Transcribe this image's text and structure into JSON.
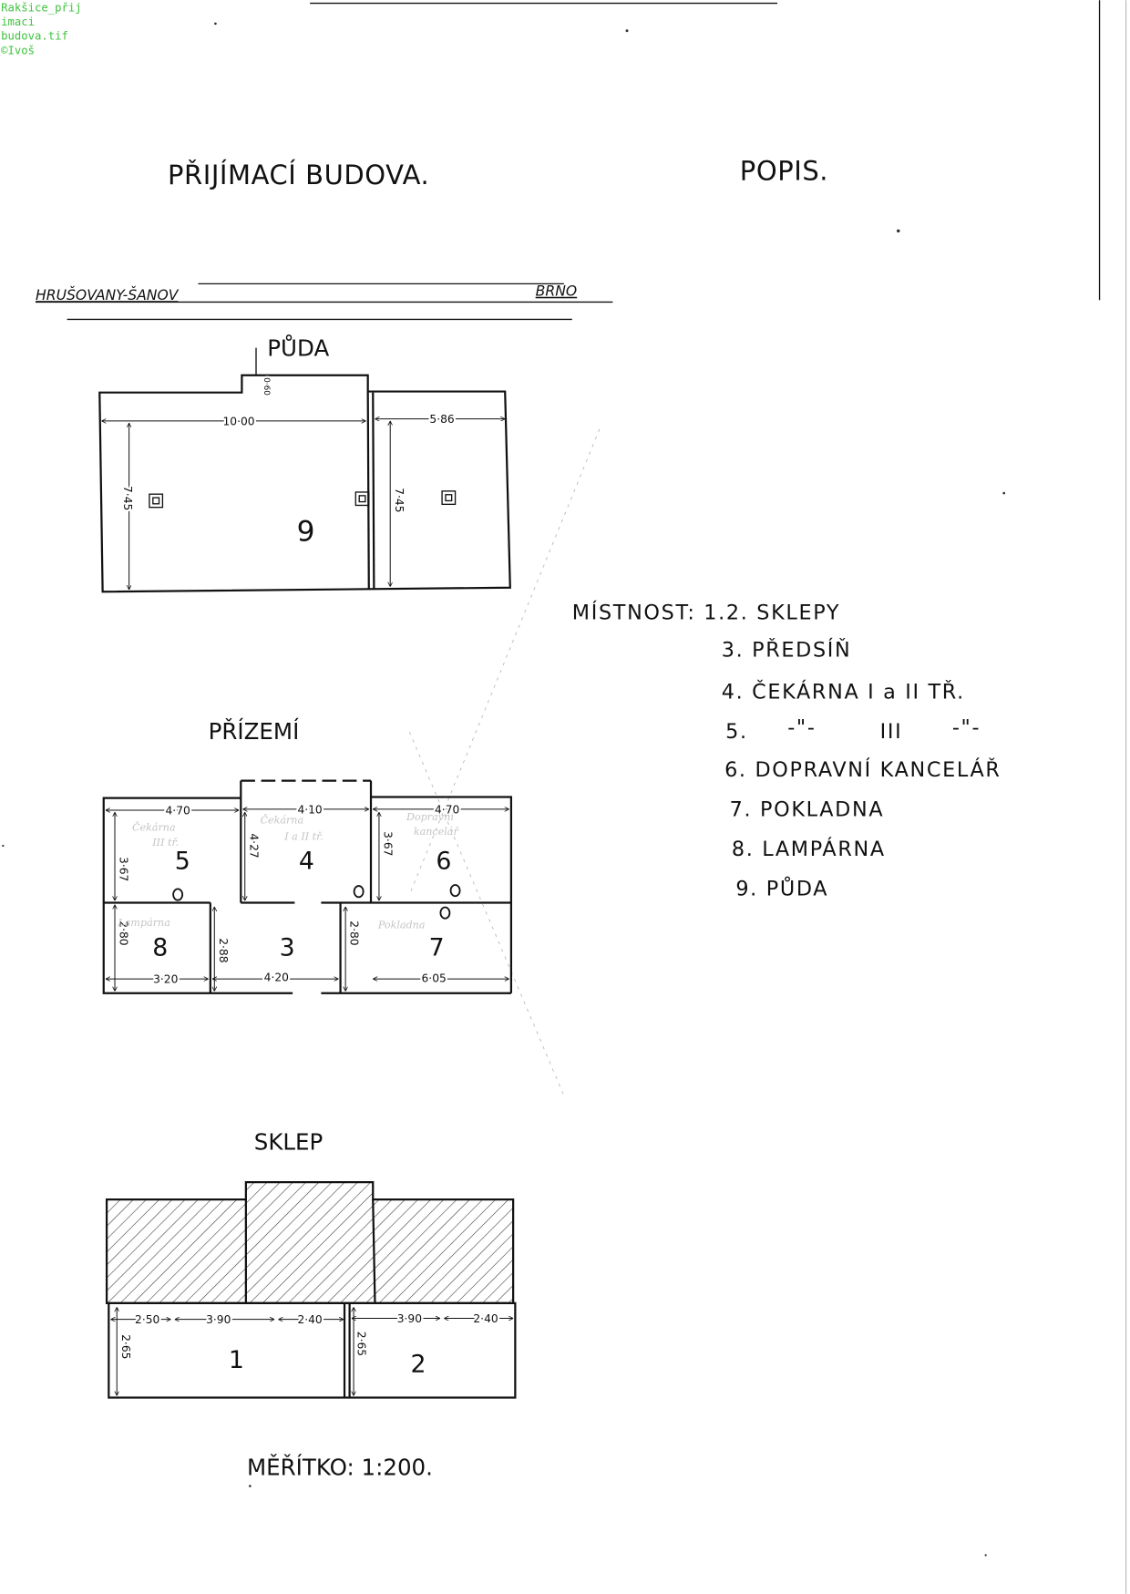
{
  "file_label": {
    "line1": "Rakšice_přij",
    "line2": "imaci",
    "line3": "budova.tif",
    "line4": "©Ivoš"
  },
  "header": {
    "title": "PŘIJÍMACÍ BUDOVA.",
    "popis": "POPIS."
  },
  "route": {
    "from": "HRUŠOVANY-ŠANOV",
    "to": "BRNO"
  },
  "attic": {
    "heading": "PŮDA",
    "room": "9",
    "dims": {
      "width_left": "10·00",
      "width_right": "5·86",
      "depth_left": "7·45",
      "depth_right": "7·45",
      "step": "0·60"
    }
  },
  "ground_floor": {
    "heading": "PŘÍZEMÍ",
    "rooms": {
      "r3": "3",
      "r4": "4",
      "r5": "5",
      "r6": "6",
      "r7": "7",
      "r8": "8"
    },
    "dims": {
      "top_5": "4·70",
      "top_4": "4·10",
      "top_6": "4·70",
      "h_5": "3·67",
      "h_4": "4·27",
      "h_6": "3·67",
      "h_8": "2·80",
      "h_3": "2·88",
      "h_7": "2·80",
      "bottom_8": "3·20",
      "bottom_3": "4·20",
      "bottom_7": "6·05"
    },
    "notes": {
      "r5_a": "Čekárna",
      "r5_b": "III tř.",
      "r4_a": "Čekárna",
      "r4_b": "I a II tř.",
      "r6_a": "Dopravní",
      "r6_b": "kancelář",
      "r8": "Lampárna",
      "r7": "Pokladna"
    }
  },
  "cellar": {
    "heading": "SKLEP",
    "rooms": {
      "r1": "1",
      "r2": "2"
    },
    "dims": {
      "w1": "2·50",
      "w2": "3·90",
      "w3": "2·40",
      "w4": "3·90",
      "w5": "2·40",
      "h1": "2·65",
      "h2": "2·65"
    }
  },
  "legend": {
    "line1": "MÍSTNOST: 1.2. SKLEPY",
    "line3": "3. PŘEDSÍŇ",
    "line4": "4. ČEKÁRNA I a II TŘ.",
    "line5_no": "5.",
    "line5_ditto1": "-\"-",
    "line5_class": "III",
    "line5_ditto2": "-\"-",
    "line6": "6. DOPRAVNÍ KANCELÁŘ",
    "line7": "7. POKLADNA",
    "line8": "8. LAMPÁRNA",
    "line9": "9. PŮDA"
  },
  "scale": "MĚŘÍTKO: 1:200.",
  "colors": {
    "ink": "#111111",
    "file_label_green": "#3ec43e",
    "paper": "#ffffff",
    "pencil_note": "#c4c4c4"
  }
}
